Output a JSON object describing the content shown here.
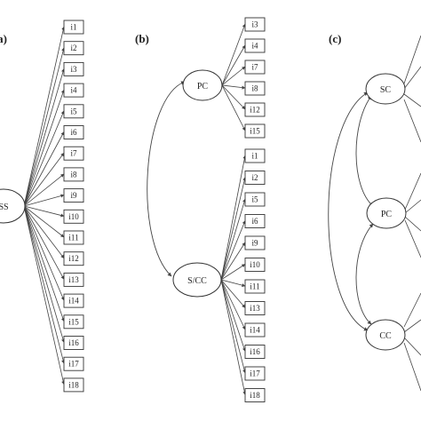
{
  "panels": [
    {
      "label": "(a)",
      "factors": [
        {
          "label": "SS",
          "items": [
            "i1",
            "i2",
            "i3",
            "i4",
            "i5",
            "i6",
            "i7",
            "i8",
            "i9",
            "i10",
            "i11",
            "i12",
            "i13",
            "i14",
            "i15",
            "i16",
            "i17",
            "i18"
          ]
        }
      ],
      "covariances": []
    },
    {
      "label": "(b)",
      "factors": [
        {
          "label": "PC",
          "items": [
            "i3",
            "i4",
            "i7",
            "i8",
            "i12",
            "i15"
          ]
        },
        {
          "label": "S/CC",
          "items": [
            "i1",
            "i2",
            "i5",
            "i6",
            "i9",
            "i10",
            "i11",
            "i13",
            "i14",
            "i16",
            "i17",
            "i18"
          ]
        }
      ],
      "covariances": [
        [
          "PC",
          "S/CC"
        ]
      ]
    },
    {
      "label": "(c)",
      "factors": [
        {
          "label": "SC",
          "items": []
        },
        {
          "label": "PC",
          "items": []
        },
        {
          "label": "CC",
          "items": []
        }
      ],
      "covariances": [
        [
          "SC",
          "PC"
        ],
        [
          "PC",
          "CC"
        ],
        [
          "SC",
          "CC"
        ]
      ]
    }
  ]
}
